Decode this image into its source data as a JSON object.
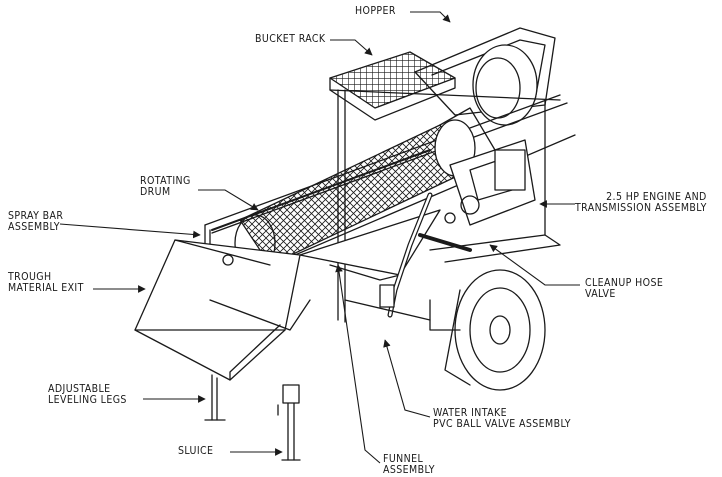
{
  "diagram": {
    "labels": {
      "hopper": [
        "HOPPER"
      ],
      "bucket_rack": [
        "BUCKET RACK"
      ],
      "rotating_drum": [
        "ROTATING",
        "DRUM"
      ],
      "engine": [
        "2.5 HP ENGINE AND",
        "TRANSMISSION ASSEMBLY"
      ],
      "spray_bar": [
        "SPRAY BAR",
        "ASSEMBLY"
      ],
      "trough": [
        "TROUGH",
        "MATERIAL EXIT"
      ],
      "cleanup_hose": [
        "CLEANUP HOSE",
        "VALVE"
      ],
      "leveling_legs": [
        "ADJUSTABLE",
        "LEVELING LEGS"
      ],
      "water_intake": [
        "WATER INTAKE",
        "PVC BALL VALVE ASSEMBLY"
      ],
      "sluice": [
        "SLUICE"
      ],
      "funnel": [
        "FUNNEL",
        "ASSEMBLY"
      ]
    },
    "colors": {
      "ink": "#1a1a1a",
      "paper": "#ffffff"
    }
  }
}
